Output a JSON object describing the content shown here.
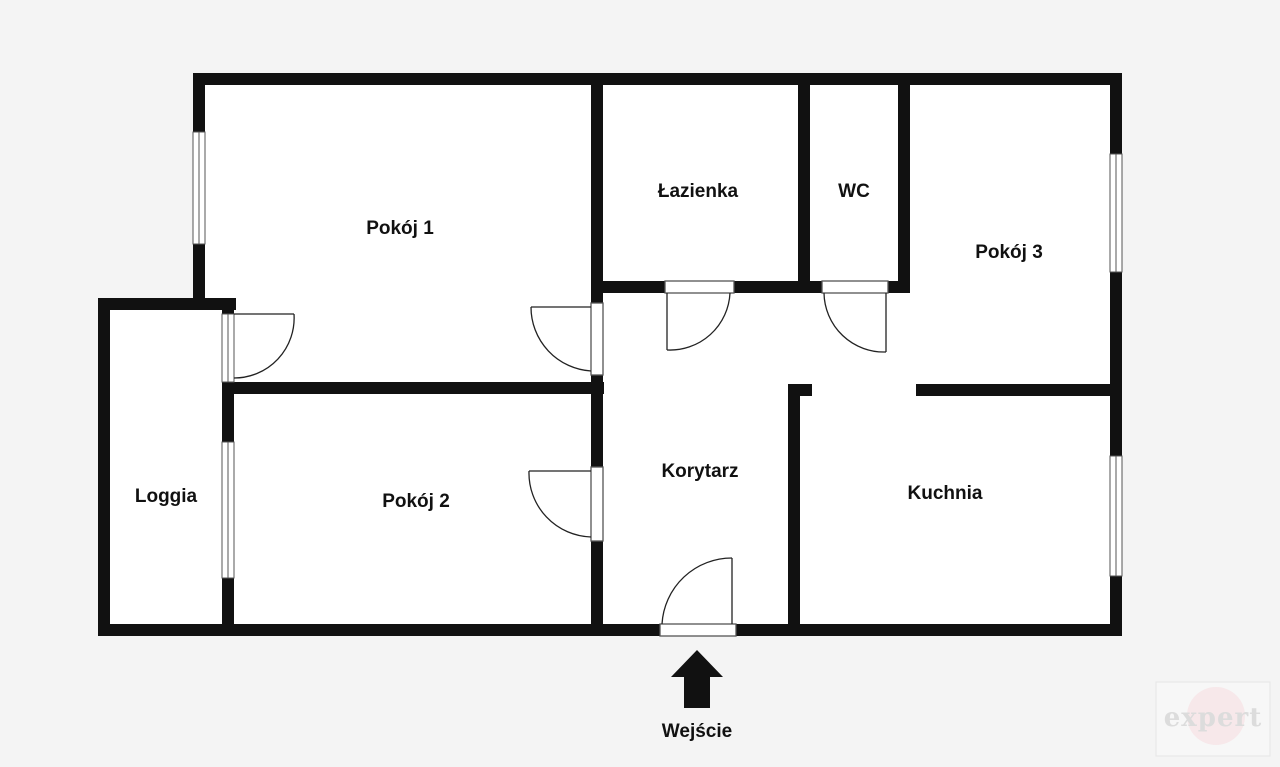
{
  "rooms": {
    "pokoj1": "Pokój 1",
    "lazienka": "Łazienka",
    "wc": "WC",
    "pokoj3": "Pokój 3",
    "loggia": "Loggia",
    "pokoj2": "Pokój 2",
    "korytarz": "Korytarz",
    "kuchnia": "Kuchnia"
  },
  "entrance": {
    "label": "Wejście"
  },
  "watermark": {
    "text": "expert"
  },
  "colors": {
    "wall": "#111111",
    "floor": "#ffffff",
    "background": "#f4f4f4"
  }
}
